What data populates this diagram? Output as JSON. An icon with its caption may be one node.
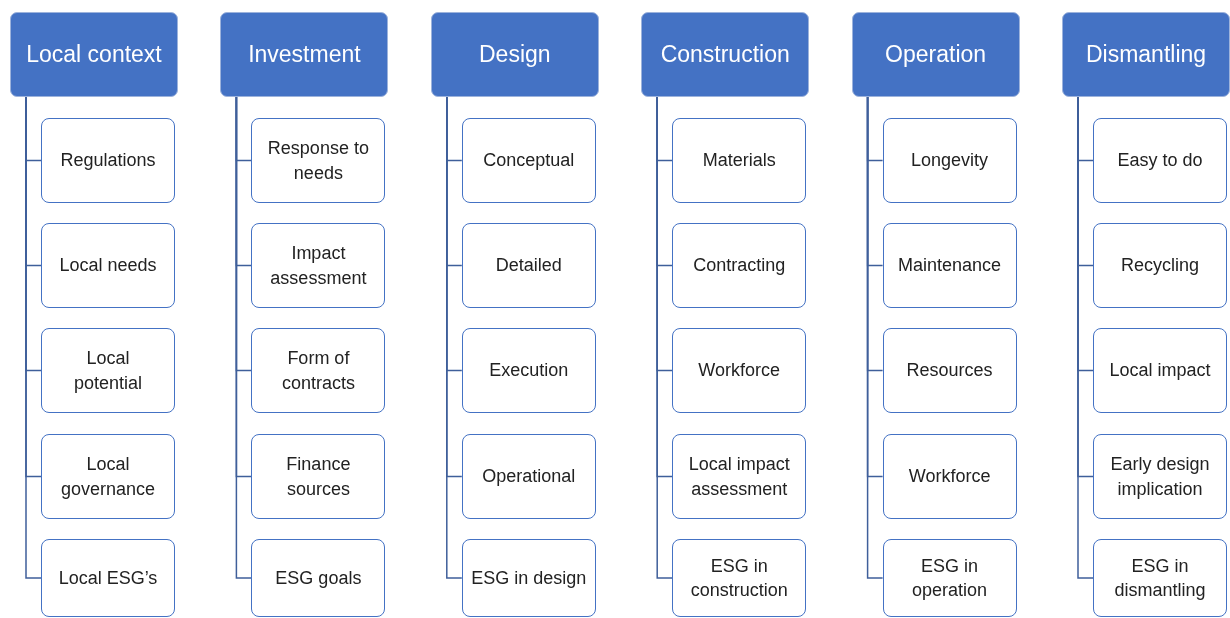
{
  "diagram": {
    "nodes": [
      {
        "text": [
          "Local context"
        ]
      },
      {
        "text": [
          "Regulations"
        ]
      },
      {
        "text": [
          "Local needs"
        ]
      },
      {
        "text": [
          "Local potential"
        ]
      },
      {
        "text": [
          "Local governance"
        ]
      },
      {
        "text": [
          "Local ESG’s"
        ]
      },
      {
        "text": [
          "Investment"
        ]
      },
      {
        "text": [
          "Response to needs"
        ]
      },
      {
        "text": [
          "Impact assessment"
        ]
      },
      {
        "text": [
          "Form of contracts"
        ]
      },
      {
        "text": [
          "Finance sources"
        ]
      },
      {
        "text": [
          "ESG goals"
        ]
      },
      {
        "text": [
          "Design"
        ]
      },
      {
        "text": [
          "Conceptual"
        ]
      },
      {
        "text": [
          "Detailed"
        ]
      },
      {
        "text": [
          "Execution"
        ]
      },
      {
        "text": [
          "Operational"
        ]
      },
      {
        "text": [
          "ESG in design"
        ]
      },
      {
        "text": [
          "Construction"
        ]
      },
      {
        "text": [
          "Materials"
        ]
      },
      {
        "text": [
          "Contracting"
        ]
      },
      {
        "text": [
          "Workforce"
        ]
      },
      {
        "text": [
          "Local impact assessment"
        ]
      },
      {
        "text": [
          "ESG in construction"
        ]
      },
      {
        "text": [
          "Operation"
        ]
      },
      {
        "text": [
          "Longevity"
        ]
      },
      {
        "text": [
          "Maintenance"
        ]
      },
      {
        "text": [
          "Resources"
        ]
      },
      {
        "text": [
          "Workforce"
        ]
      },
      {
        "text": [
          "ESG in operation"
        ]
      },
      {
        "text": [
          "Dismantling"
        ]
      },
      {
        "text": [
          "Easy to do"
        ]
      },
      {
        "text": [
          "Recycling"
        ]
      },
      {
        "text": [
          "Local impact"
        ]
      },
      {
        "text": [
          "Early design implication"
        ]
      },
      {
        "text": [
          "ESG in dismantling"
        ]
      }
    ],
    "edges": [
      {
        "from": 0,
        "to": 1,
        "arrow": "none"
      },
      {
        "from": 0,
        "to": 2,
        "arrow": "none"
      },
      {
        "from": 0,
        "to": 3,
        "arrow": "none"
      },
      {
        "from": 0,
        "to": 4,
        "arrow": "none"
      },
      {
        "from": 0,
        "to": 5,
        "arrow": "none"
      },
      {
        "from": 6,
        "to": 7,
        "arrow": "none"
      },
      {
        "from": 6,
        "to": 8,
        "arrow": "none"
      },
      {
        "from": 6,
        "to": 9,
        "arrow": "none"
      },
      {
        "from": 6,
        "to": 10,
        "arrow": "none"
      },
      {
        "from": 6,
        "to": 11,
        "arrow": "none"
      },
      {
        "from": 12,
        "to": 13,
        "arrow": "none"
      },
      {
        "from": 12,
        "to": 14,
        "arrow": "none"
      },
      {
        "from": 12,
        "to": 15,
        "arrow": "none"
      },
      {
        "from": 12,
        "to": 16,
        "arrow": "none"
      },
      {
        "from": 12,
        "to": 17,
        "arrow": "none"
      },
      {
        "from": 18,
        "to": 19,
        "arrow": "none"
      },
      {
        "from": 18,
        "to": 20,
        "arrow": "none"
      },
      {
        "from": 18,
        "to": 21,
        "arrow": "none"
      },
      {
        "from": 18,
        "to": 22,
        "arrow": "none"
      },
      {
        "from": 18,
        "to": 23,
        "arrow": "none"
      },
      {
        "from": 24,
        "to": 25,
        "arrow": "none"
      },
      {
        "from": 24,
        "to": 26,
        "arrow": "none"
      },
      {
        "from": 24,
        "to": 27,
        "arrow": "none"
      },
      {
        "from": 24,
        "to": 28,
        "arrow": "none"
      },
      {
        "from": 24,
        "to": 29,
        "arrow": "none"
      },
      {
        "from": 30,
        "to": 31,
        "arrow": "none"
      },
      {
        "from": 30,
        "to": 32,
        "arrow": "none"
      },
      {
        "from": 30,
        "to": 33,
        "arrow": "none"
      },
      {
        "from": 30,
        "to": 34,
        "arrow": "none"
      },
      {
        "from": 30,
        "to": 35,
        "arrow": "none"
      }
    ]
  }
}
